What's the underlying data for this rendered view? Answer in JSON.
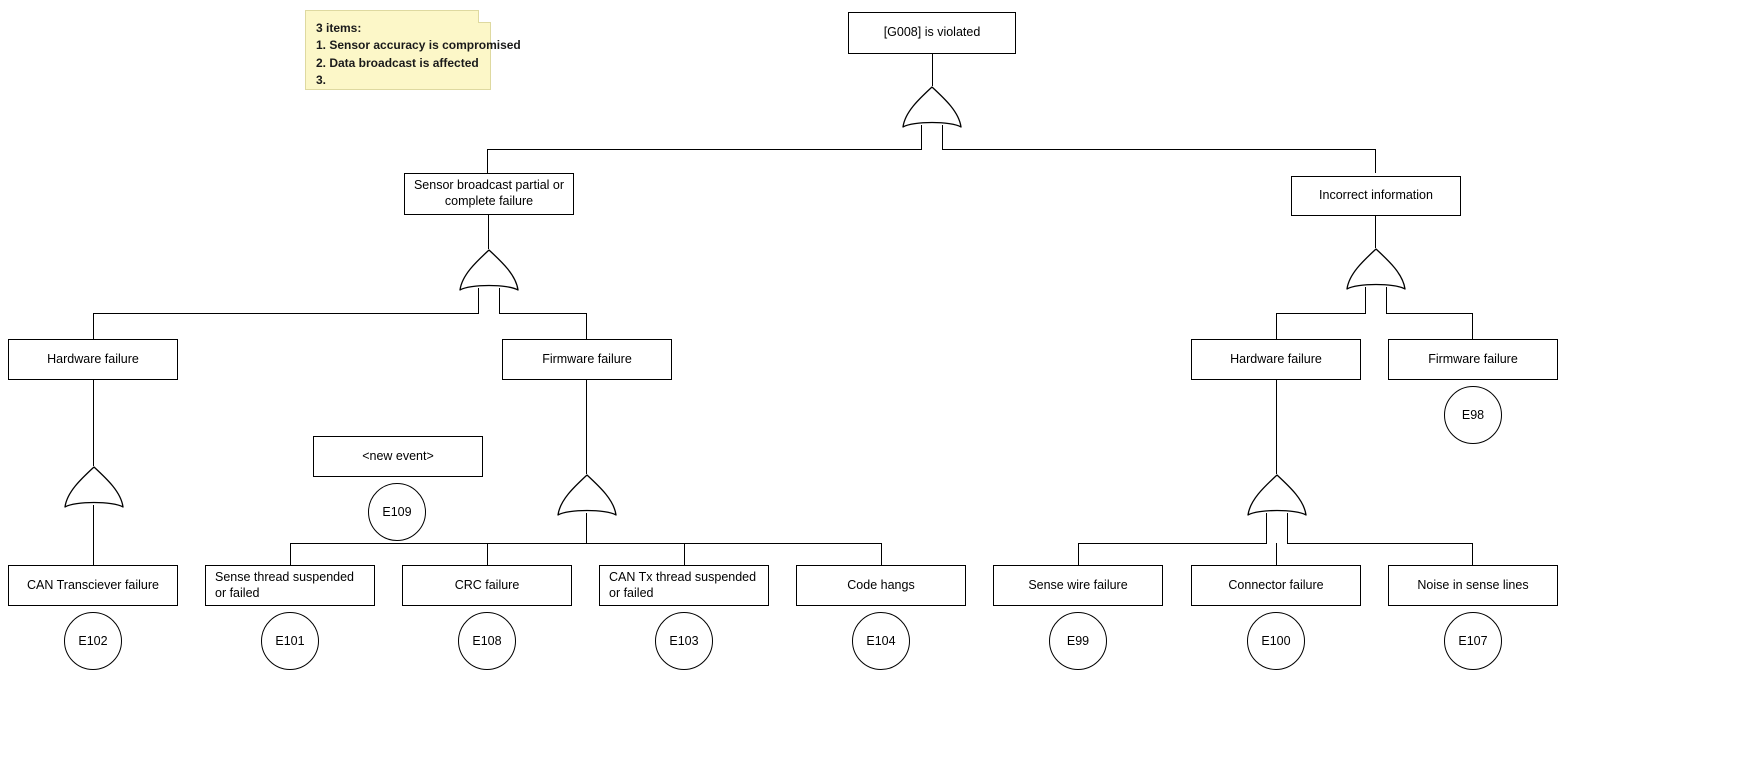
{
  "diagram": {
    "type": "fault-tree",
    "title": "[G008] is violated"
  },
  "sticky_note": {
    "lines": [
      "3 items:",
      "1. Sensor accuracy is compromised",
      "2. Data broadcast is affected",
      "3."
    ]
  },
  "nodes": {
    "root": {
      "label": "[G008] is violated"
    },
    "sensor_broadcast": {
      "label": "Sensor broadcast partial or complete failure"
    },
    "incorrect_info": {
      "label": "Incorrect information"
    },
    "hw_failure_left": {
      "label": "Hardware failure"
    },
    "fw_failure_left": {
      "label": "Firmware failure"
    },
    "hw_failure_right": {
      "label": "Hardware failure"
    },
    "fw_failure_right": {
      "label": "Firmware failure"
    },
    "new_event": {
      "label": "<new event>"
    },
    "can_transciever": {
      "label": "CAN Transciever failure"
    },
    "sense_thread": {
      "label": "Sense thread suspended or failed"
    },
    "crc_failure": {
      "label": "CRC failure"
    },
    "can_tx_thread": {
      "label": "CAN Tx thread suspended or failed"
    },
    "code_hangs": {
      "label": "Code hangs"
    },
    "sense_wire": {
      "label": "Sense wire failure"
    },
    "connector_failure": {
      "label": "Connector failure"
    },
    "noise_sense_lines": {
      "label": "Noise in sense lines"
    }
  },
  "event_ids": {
    "e98": "E98",
    "e99": "E99",
    "e100": "E100",
    "e101": "E101",
    "e102": "E102",
    "e103": "E103",
    "e104": "E104",
    "e107": "E107",
    "e108": "E108",
    "e109": "E109"
  },
  "gates": {
    "root_gate": "OR",
    "sensor_broadcast_gate": "OR",
    "incorrect_info_gate": "OR",
    "hw_left_gate": "OR",
    "fw_left_gate": "OR",
    "hw_right_gate": "OR"
  },
  "colors": {
    "stroke": "#000000",
    "canvas": "#ffffff",
    "note_fill": "#fcf7c8",
    "note_border": "#ded9a0"
  }
}
